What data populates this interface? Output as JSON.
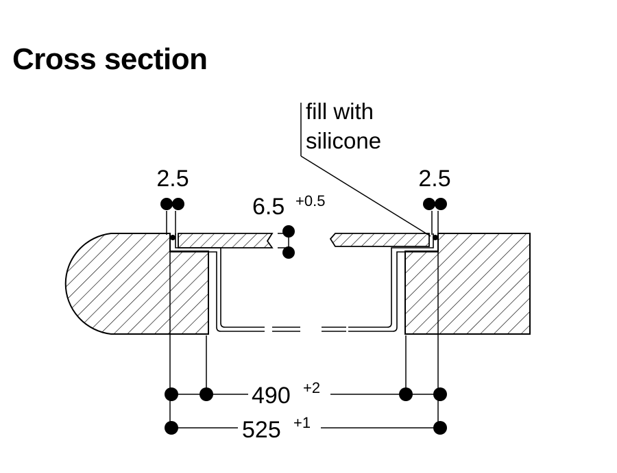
{
  "title": "Cross section",
  "annotation": {
    "line1": "fill with",
    "line2": "silicone"
  },
  "dimensions": {
    "gap_left": "2.5",
    "gap_right": "2.5",
    "glass_thickness": {
      "value": "6.5",
      "tolerance": "+0.5"
    },
    "cutout_width": {
      "value": "490",
      "tolerance": "+2"
    },
    "overall_width": {
      "value": "525",
      "tolerance": "+1"
    }
  }
}
